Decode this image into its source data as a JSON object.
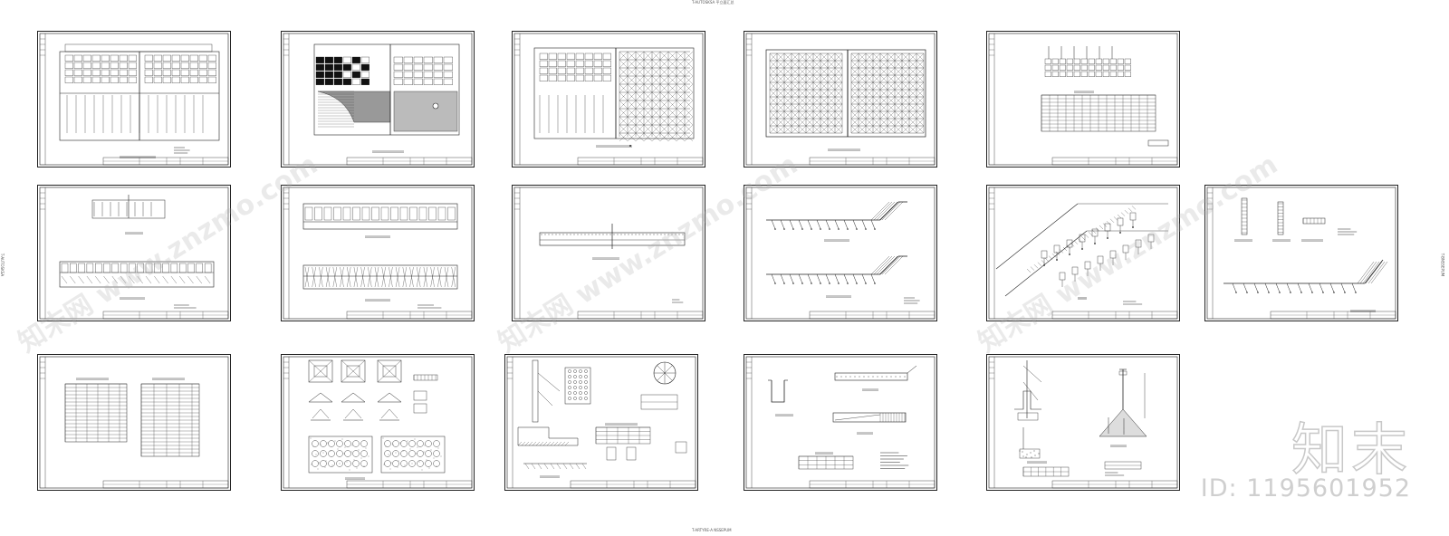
{
  "page": {
    "top_caption": "T-AUTOSKSA 平立面汇总",
    "bottom_caption": "T-ARTYRE-A  NSSEPUM",
    "left_caption": "T-AUTOSKSA",
    "right_caption": "T-BNSSEPUM"
  },
  "watermark": {
    "diagonal_text": "知末网 www.znzmo.com",
    "brand_text": "知末",
    "id_text": "ID: 1195601952"
  },
  "sheets": [
    {
      "name": "plan-grid-bays-1",
      "kind": "plan_grid"
    },
    {
      "name": "plan-hatched-1",
      "kind": "plan_hatched"
    },
    {
      "name": "plan-grid-mesh",
      "kind": "plan_mesh"
    },
    {
      "name": "plan-full-mesh",
      "kind": "plan_fullmesh"
    },
    {
      "name": "schedule-table-1",
      "kind": "schedule"
    },
    {
      "name": "section-elevations-1",
      "kind": "sections_small"
    },
    {
      "name": "section-elevations-2",
      "kind": "sections_two"
    },
    {
      "name": "section-long",
      "kind": "section_long"
    },
    {
      "name": "pipe-run-1",
      "kind": "pipe_run"
    },
    {
      "name": "pipe-isometric",
      "kind": "isometric"
    },
    {
      "name": "pipe-details",
      "kind": "pipe_details"
    },
    {
      "name": "material-tables",
      "kind": "tables"
    },
    {
      "name": "detail-pits",
      "kind": "pits"
    },
    {
      "name": "detail-sections",
      "kind": "details_mixed"
    },
    {
      "name": "detail-channel",
      "kind": "channel"
    },
    {
      "name": "detail-well",
      "kind": "well"
    }
  ]
}
